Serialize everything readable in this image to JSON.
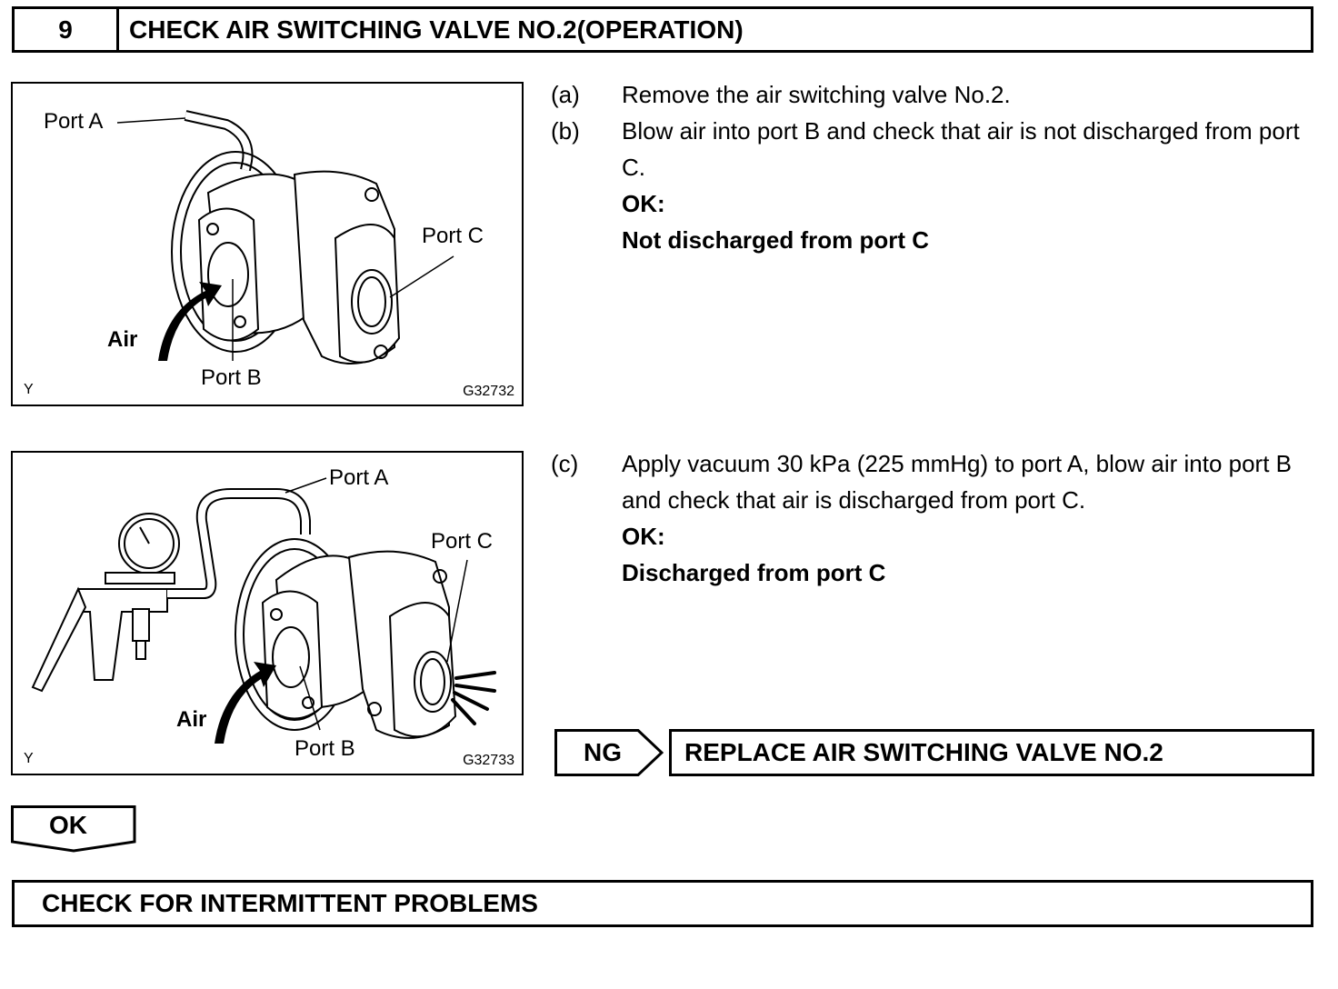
{
  "header": {
    "step_number": "9",
    "title": "CHECK AIR SWITCHING VALVE NO.2(OPERATION)"
  },
  "figure1": {
    "labels": {
      "port_a": "Port A",
      "port_b": "Port B",
      "port_c": "Port C",
      "air": "Air"
    },
    "corner_left": "Y",
    "code": "G32732"
  },
  "figure2": {
    "labels": {
      "port_a": "Port A",
      "port_b": "Port B",
      "port_c": "Port C",
      "air": "Air"
    },
    "corner_left": "Y",
    "code": "G32733"
  },
  "steps1": [
    {
      "letter": "(a)",
      "text": "Remove the air switching valve No.2."
    },
    {
      "letter": "(b)",
      "text": "Blow air into port B and check that air is not discharged from port C."
    }
  ],
  "result1": {
    "ok_label": "OK:",
    "ok_value": "Not discharged from port C"
  },
  "steps2": [
    {
      "letter": "(c)",
      "text": "Apply vacuum 30 kPa (225 mmHg) to port A, blow air into port B and check that air is discharged from port C."
    }
  ],
  "result2": {
    "ok_label": "OK:",
    "ok_value": "Discharged from port C"
  },
  "ng": {
    "label": "NG",
    "action": "REPLACE AIR SWITCHING VALVE NO.2"
  },
  "ok": {
    "label": "OK"
  },
  "final": {
    "text": "CHECK FOR INTERMITTENT PROBLEMS"
  }
}
